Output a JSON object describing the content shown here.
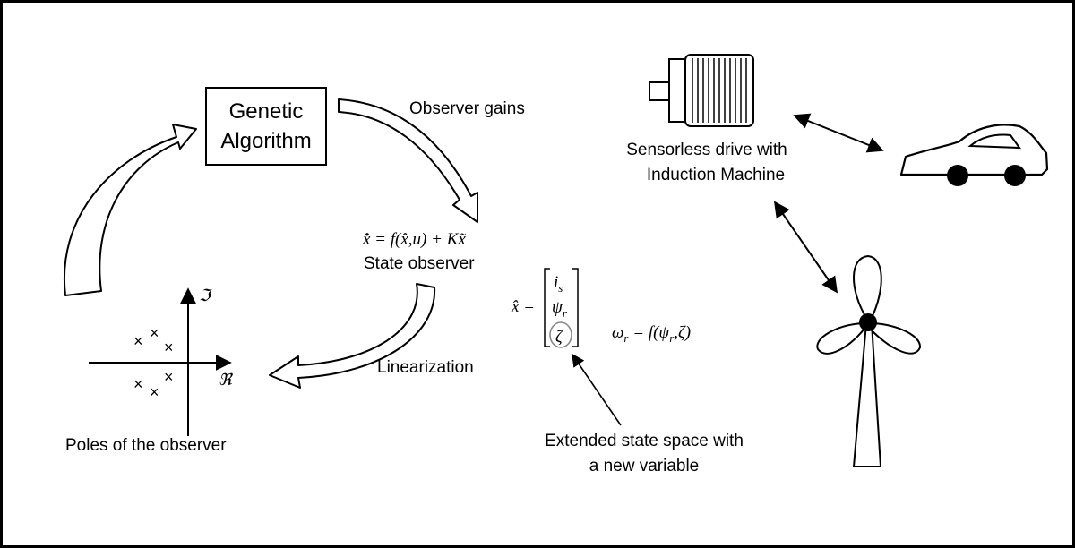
{
  "genetic_algorithm": {
    "line1": "Genetic",
    "line2": "Algorithm"
  },
  "labels": {
    "observer_gains": "Observer gains",
    "state_observer": "State observer",
    "linearization": "Linearization",
    "poles_caption": "Poles of the observer",
    "sensorless_line1": "Sensorless drive with",
    "sensorless_line2": "Induction Machine",
    "extended_line1": "Extended state space with",
    "extended_line2": "a new variable"
  },
  "equations": {
    "observer_lhs": "x̂̇ = ",
    "observer_f": "f",
    "observer_args": "(x̂,u)",
    "observer_plus": " + ",
    "observer_K": "Kx̃",
    "state_vector_lhs": "x̂ =",
    "state_i": "i",
    "state_i_sub": "s",
    "state_psi": "ψ",
    "state_psi_sub": "r",
    "state_zeta": "ζ",
    "omega_lhs": "ω",
    "omega_lhs_sub": "r",
    "omega_rhs": " = f(ψ",
    "omega_rhs_sub": "r",
    "omega_rhs_end": ",ζ)"
  },
  "axes": {
    "imag": "ℑ",
    "real": "ℜ"
  },
  "poles": {
    "marker": "×"
  }
}
